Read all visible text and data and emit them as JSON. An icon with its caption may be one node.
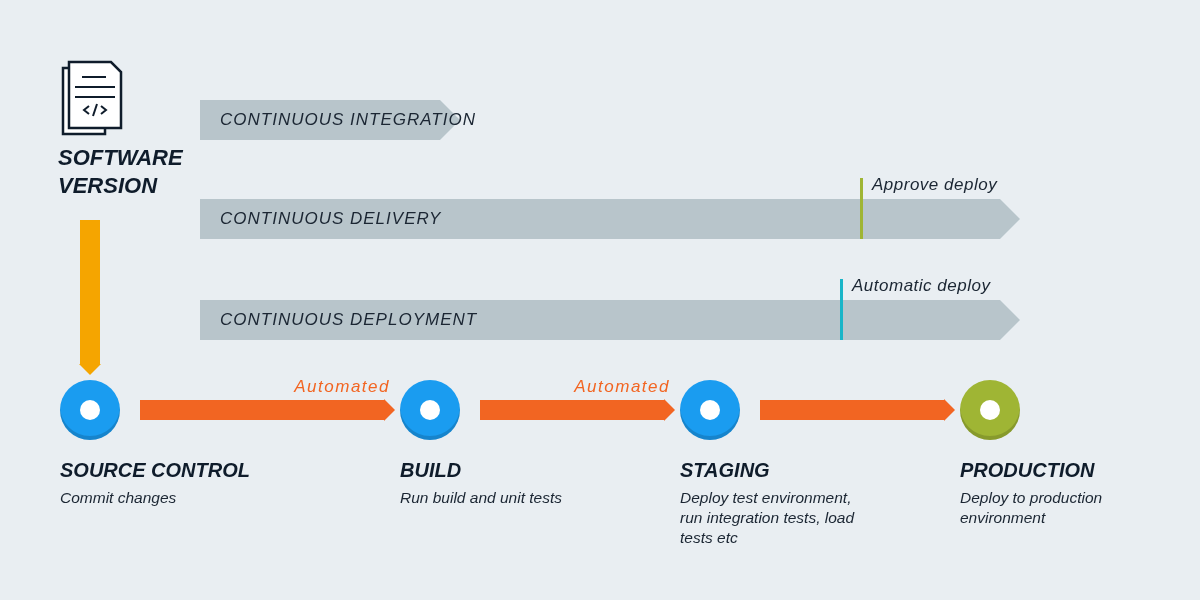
{
  "diagram": {
    "nodes": [
      {
        "text": [
          "SOFTWARE VERSION"
        ]
      },
      {
        "text": [
          "CONTINUOUS INTEGRATION"
        ]
      },
      {
        "text": [
          "CONTINUOUS DELIVERY"
        ],
        "beside": [
          "Approve deploy"
        ]
      },
      {
        "text": [
          "CONTINUOUS DEPLOYMENT"
        ],
        "beside": [
          "Automatic deploy"
        ]
      },
      {
        "text": [
          "SOURCE CONTROL",
          "Commit changes"
        ]
      },
      {
        "text": [
          "BUILD",
          "Run build and unit tests"
        ]
      },
      {
        "text": [
          "STAGING",
          "Deploy test environment, run integration tests, load tests etc"
        ]
      },
      {
        "text": [
          "PRODUCTION",
          "Deploy to production environment"
        ]
      }
    ],
    "edges": [
      {
        "from": 0,
        "to": 4,
        "arrow": "to",
        "color": "#f5a500"
      },
      {
        "from": 4,
        "to": 5,
        "arrow": "to",
        "label": "Automated"
      },
      {
        "from": 5,
        "to": 6,
        "arrow": "to",
        "label": "Automated"
      },
      {
        "from": 6,
        "to": 7,
        "arrow": "to"
      }
    ]
  }
}
